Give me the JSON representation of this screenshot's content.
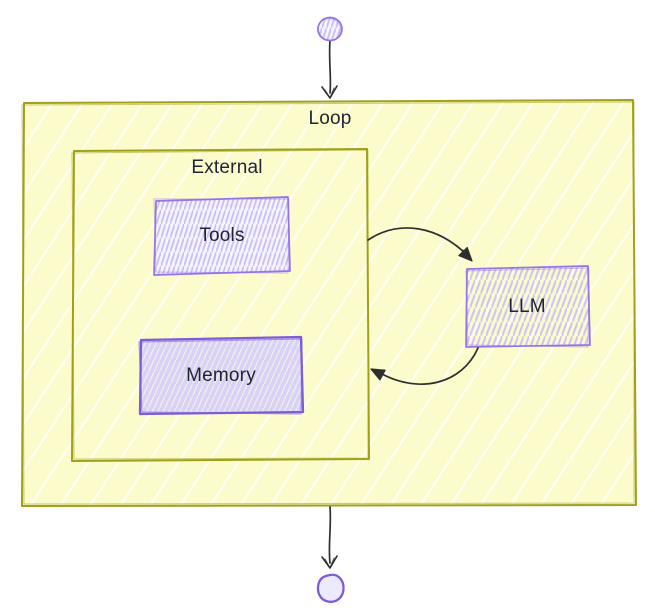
{
  "nodes": {
    "start": {
      "type": "start-circle"
    },
    "loop": {
      "type": "subgraph",
      "label": "Loop"
    },
    "external": {
      "type": "subgraph",
      "label": "External"
    },
    "tools": {
      "type": "process",
      "label": "Tools"
    },
    "memory": {
      "type": "process",
      "label": "Memory"
    },
    "llm": {
      "type": "process",
      "label": "LLM"
    },
    "end": {
      "type": "end-circle"
    }
  },
  "edges": [
    {
      "from": "start",
      "to": "loop"
    },
    {
      "from": "external",
      "to": "llm"
    },
    {
      "from": "llm",
      "to": "external"
    },
    {
      "from": "loop",
      "to": "end"
    }
  ],
  "colors": {
    "canvas-bg": "#ffffff",
    "container-stroke": "#a0a01e",
    "container-fill": "#fbfbcc",
    "hatch-light": "#ffffff",
    "node-stroke": "#9673e6",
    "memory-stroke": "#7e5cd6",
    "node-fill": "#f6f4fe",
    "node-hatch": "#c9bdf6",
    "memory-fill": "#d9d2f8",
    "memory-hatch": "#f5f2e2",
    "edge-color": "#2f2f2f",
    "label-color": "#1f2430"
  }
}
